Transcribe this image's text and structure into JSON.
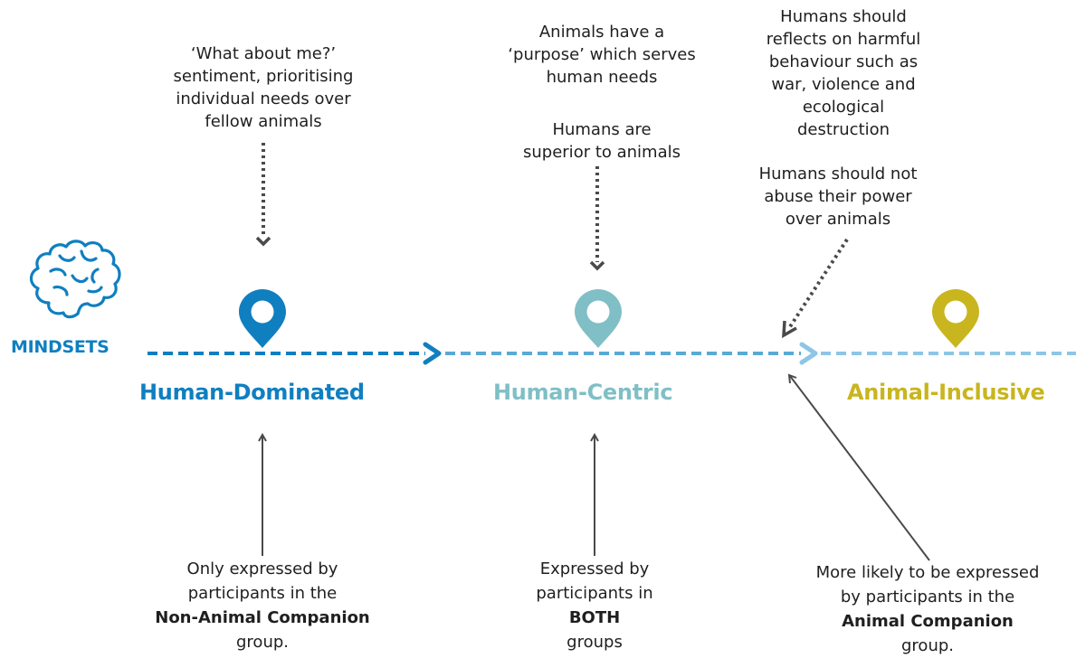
{
  "mindsets_label": "MINDSETS",
  "colors": {
    "human_dominated": "#0f7fc0",
    "human_centric": "#7fbfc5",
    "animal_inclusive": "#c9b51e",
    "arrow_line_light": "#8ec5e6",
    "pointer_gray": "#4a4a4a"
  },
  "icons": {
    "brain": "brain-icon",
    "pin": "location-pin-icon"
  },
  "stages": [
    {
      "label": "Human-Dominated"
    },
    {
      "label": "Human-Centric"
    },
    {
      "label": "Animal-Inclusive"
    }
  ],
  "top_notes": {
    "human_dominated": [
      "‘What about me?’",
      "sentiment, prioritising",
      "individual needs over",
      "fellow animals"
    ],
    "human_centric_1": [
      "Animals have a",
      "‘purpose’ which serves",
      "human needs"
    ],
    "human_centric_2": [
      "Humans are",
      "superior to animals"
    ],
    "animal_inclusive_1": [
      "Humans should",
      "reflects on harmful",
      "behaviour such as",
      "war, violence and",
      "ecological",
      "destruction"
    ],
    "animal_inclusive_2": [
      "Humans should not",
      "abuse their power",
      "over animals"
    ]
  },
  "bottom_notes": {
    "human_dominated": {
      "line1": "Only expressed by",
      "line2": "participants in the",
      "bold": "Non-Animal Companion",
      "line4": "group."
    },
    "human_centric": {
      "line1": "Expressed by",
      "line2": "participants in",
      "bold": "BOTH",
      "line4": "groups"
    },
    "animal_inclusive": {
      "line1": "More likely to be expressed",
      "line2": "by participants in the",
      "bold": "Animal Companion",
      "line4": "group."
    }
  }
}
